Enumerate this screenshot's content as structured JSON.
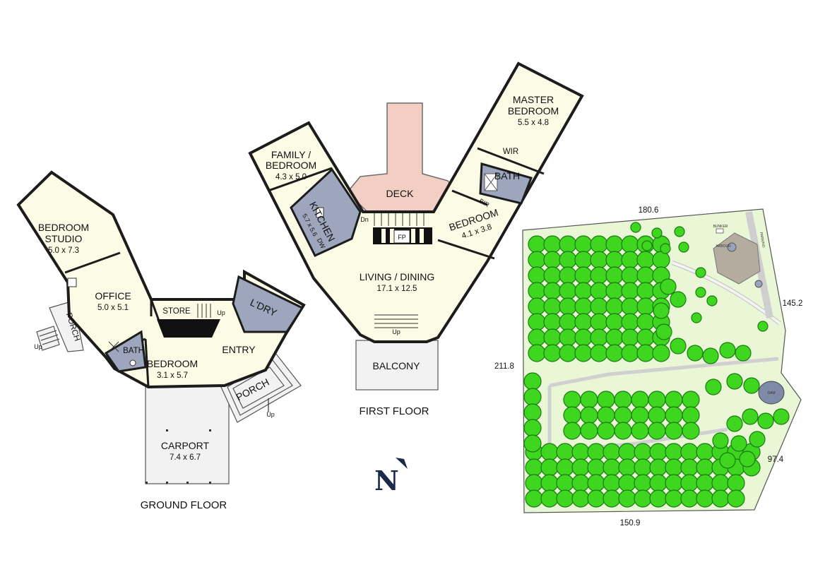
{
  "ground_floor": {
    "title": "GROUND FLOOR",
    "bedroom_studio": {
      "name_line1": "BEDROOM",
      "name_line2": "STUDIO",
      "size": "5.0 x 7.3"
    },
    "office": {
      "name": "OFFICE",
      "size": "5.0 x 5.1"
    },
    "porch_left": "PORCH",
    "up_left": "Up",
    "bath": "BATH",
    "bedroom": {
      "name": "BEDROOM",
      "size": "3.1 x 5.7"
    },
    "store": "STORE",
    "up_store": "Up",
    "laundry": "L'DRY",
    "entry": "ENTRY",
    "porch_right": "PORCH",
    "up_right": "Up",
    "carport": {
      "name": "CARPORT",
      "size": "7.4 x 6.7"
    }
  },
  "first_floor": {
    "title": "FIRST FLOOR",
    "family_bedroom": {
      "name_line1": "FAMILY /",
      "name_line2": "BEDROOM",
      "size": "4.3 x 5.0"
    },
    "kitchen": {
      "name": "KITCHEN",
      "size": "5.7 x 5.6",
      "dw": "DW"
    },
    "deck": "DECK",
    "dn": "Dn",
    "fp": "FP",
    "living_dining": {
      "name": "LIVING / DINING",
      "size": "17.1 x 12.5"
    },
    "up_balcony": "Up",
    "balcony": "BALCONY",
    "master_bedroom": {
      "name_line1": "MASTER",
      "name_line2": "BEDROOM",
      "size": "5.5 x 4.8"
    },
    "wir": "WIR",
    "bath": "BATH",
    "bir": "BIR",
    "bedroom": {
      "name": "BEDROOM",
      "size": "4.1 x 3.8"
    }
  },
  "north": "N",
  "site_plan": {
    "dimensions": {
      "top": "180.6",
      "right_upper": "145.2",
      "left": "211.8",
      "right_lower": "97.4",
      "bottom": "150.9"
    },
    "features": {
      "bunker": "BUNKER",
      "arbour": "ARBOUR",
      "parking": "PARKING",
      "dam": "DAM"
    }
  },
  "colors": {
    "room_fill": "#fbfbe6",
    "wet_area": "#9da6bc",
    "deck": "#f3cfc3",
    "trees": "#3fd61f",
    "lawn": "#eaf7d6",
    "dam": "#7e8aa8"
  }
}
